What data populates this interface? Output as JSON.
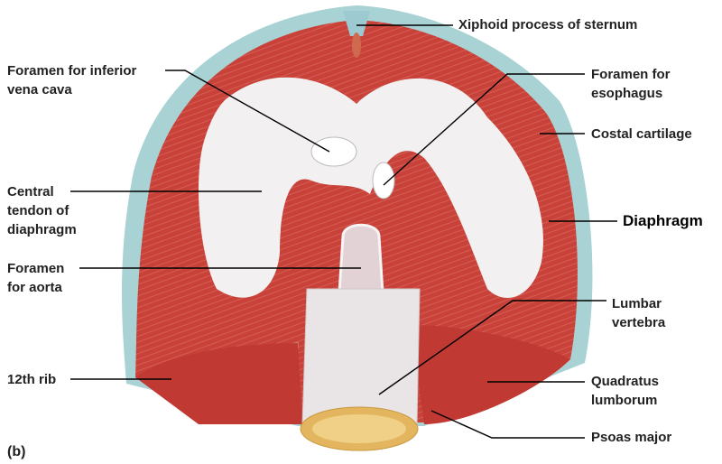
{
  "figure": {
    "panel_label": "(b)",
    "labels": {
      "xiphoid": "Xiphoid process of sternum",
      "ivc_line1": "Foramen for inferior",
      "ivc_line2": "vena cava",
      "esoph_line1": "Foramen for",
      "esoph_line2": "esophagus",
      "costal": "Costal cartilage",
      "tendon_line1": "Central",
      "tendon_line2": "tendon of",
      "tendon_line3": "diaphragm",
      "diaphragm": "Diaphragm",
      "aorta_line1": "Foramen",
      "aorta_line2": "for aorta",
      "lumbar_line1": "Lumbar",
      "lumbar_line2": "vertebra",
      "rib12": "12th rib",
      "quad_line1": "Quadratus",
      "quad_line2": "lumborum",
      "psoas": "Psoas major"
    },
    "colors": {
      "muscle": "#c8423a",
      "cartilage": "#a8d2d4",
      "tendon": "#f2f0f0",
      "bone": "#e9e4e6",
      "marrow": "#e3b55f"
    }
  }
}
